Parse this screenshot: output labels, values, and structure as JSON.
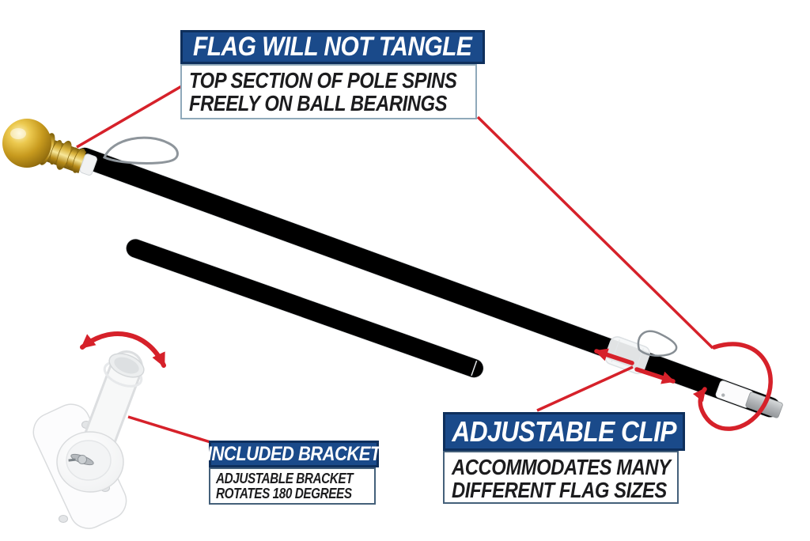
{
  "colors": {
    "banner_blue": "#1a4a8a",
    "banner_border": "#0e2f5c",
    "accent_red": "#d6212a",
    "text_dark": "#1c1c1e",
    "subbox_border_light": "#8fa9ba",
    "subbox_border_dark": "#44607a",
    "gold_brass": "#c9a22a",
    "pole_white": "#ffffff"
  },
  "callouts": {
    "tangle": {
      "title": "FLAG WILL NOT TANGLE",
      "line1": "TOP SECTION OF POLE SPINS",
      "line2": "FREELY ON BALL BEARINGS"
    },
    "clip": {
      "title": "ADJUSTABLE CLIP",
      "line1": "ACCOMMODATES MANY",
      "line2": "DIFFERENT FLAG SIZES"
    },
    "bracket": {
      "title": "INCLUDED BRACKET",
      "line1": "ADJUSTABLE BRACKET",
      "line2": "ROTATES 180 DEGREES"
    }
  },
  "icons": {
    "pole-rotation-arrow-icon": "↻",
    "bracket-rotation-arrow-icon": "↷",
    "slide-arrow-left-icon": "←",
    "slide-arrow-right-icon": "→",
    "leader-line": "—"
  }
}
